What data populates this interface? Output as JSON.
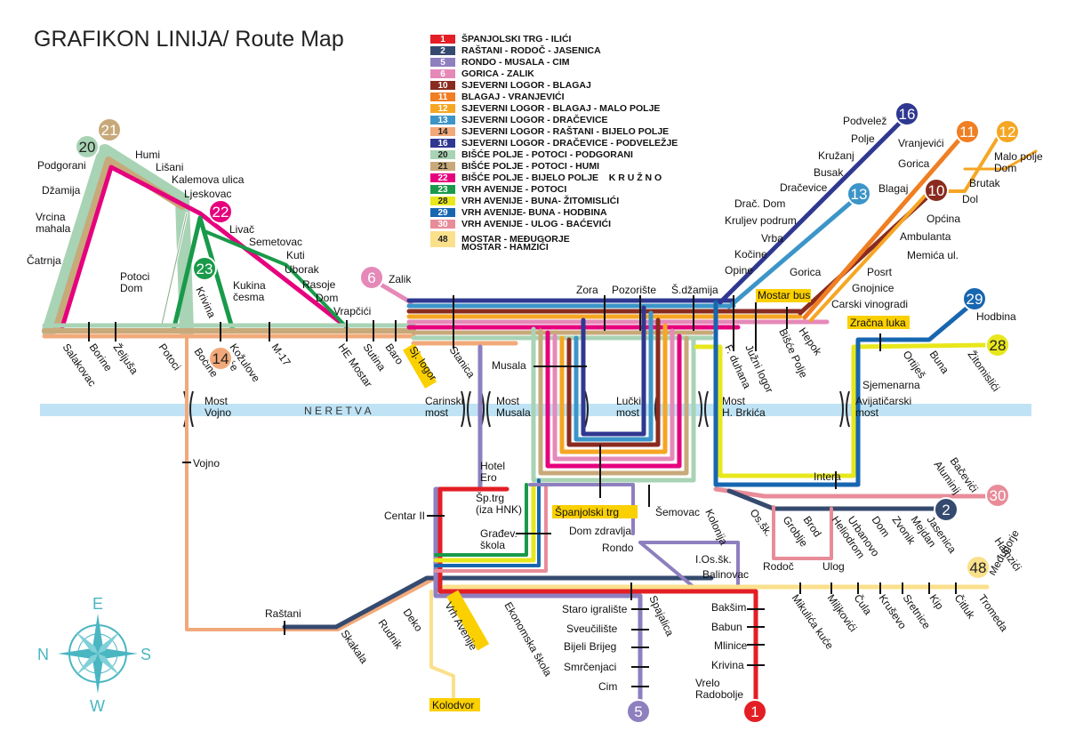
{
  "title": "GRAFIKON LINIJA/ Route Map",
  "legend": [
    {
      "num": "1",
      "name": "ŠPANJOLSKI TRG - ILIĆI",
      "color": "#e31e24"
    },
    {
      "num": "2",
      "name": "RAŠTANI - RODOČ - JASENICA",
      "color": "#354a6e"
    },
    {
      "num": "5",
      "name": "RONDO - MUSALA - CIM",
      "color": "#8e7fbf"
    },
    {
      "num": "6",
      "name": "GORICA - ZALIK",
      "color": "#e589b8"
    },
    {
      "num": "10",
      "name": "SJEVERNI LOGOR - BLAGAJ",
      "color": "#8a2b1f"
    },
    {
      "num": "11",
      "name": "BLAGAJ - VRANJEVIĆI",
      "color": "#f07e22"
    },
    {
      "num": "12",
      "name": "SJEVERNI LOGOR - BLAGAJ - MALO POLJE",
      "color": "#f6a623"
    },
    {
      "num": "13",
      "name": "SJEVERNI LOGOR - DRAČEVICE",
      "color": "#3c95c8"
    },
    {
      "num": "14",
      "name": "SJEVERNI LOGOR - RAŠTANI - BIJELO POLJE",
      "color": "#f2a97a"
    },
    {
      "num": "16",
      "name": "SJEVERNI LOGOR - DRAČEVICE - PODVELEŽJE",
      "color": "#2f3890"
    },
    {
      "num": "20",
      "name": "BIŠĆE POLJE - POTOCI - PODGORANI",
      "color": "#a8d3b4"
    },
    {
      "num": "21",
      "name": "BIŠĆE POLJE - POTOCI - HUMI",
      "color": "#c8a97a"
    },
    {
      "num": "22",
      "name": "BIŠĆE POLJE - BIJELO POLJE    K R U Ž N O",
      "color": "#e6007e"
    },
    {
      "num": "23",
      "name": "VRH AVENIJE - POTOCI",
      "color": "#199a4a"
    },
    {
      "num": "28",
      "name": "VRH AVENIJE - BUNA- ŽITOMISLIĆI",
      "color": "#e8e71c"
    },
    {
      "num": "29",
      "name": "VRH AVENIJE- BUNA - HODBINA",
      "color": "#1766b0"
    },
    {
      "num": "30",
      "name": "VRH AVENIJE - ULOG - BAĆEVIĆI",
      "color": "#e88c99"
    },
    {
      "num": "48",
      "name": "MOSTAR - MEĐUGORJE",
      "color": "#fbe08c",
      "tall": true
    },
    {
      "num": "",
      "name": "MOSTAR - HAMZIĆI",
      "color": "#fbe08c",
      "tall": false
    }
  ],
  "river": "N E R E T V A",
  "bridges": {
    "vojno": "Most\nVojno",
    "carinski": "Carinski\nmost",
    "musala": "Most\nMusala",
    "lucki": "Lučki\nmost",
    "brkica": "Most\nH. Brkića",
    "avijaticarski": "Avijatičarski\nmost"
  },
  "compass": {
    "n": "N",
    "e": "E",
    "s": "S",
    "w": "W"
  },
  "stops": {
    "podgorani": "Podgorani",
    "dzamija": "Džamija",
    "vrcina": "Vrcina\nmahala",
    "catrnja": "Čatrnja",
    "humi": "Humi",
    "lisani": "Lišani",
    "kalemova": "Kalemova ulica",
    "ljeskovac": "Ljeskovac",
    "livac": "Livač",
    "semetovac": "Semetovac",
    "kuti": "Kuti",
    "uborak": "Uborak",
    "rasoje": "Rasoje",
    "dom": "Dom",
    "vrapcici": "Vrapčići",
    "potoci_dom": "Potoci\nDom",
    "kukina": "Kukina\nčesma",
    "krivina_n": "Krivina",
    "zalik": "Zalik",
    "zora": "Zora",
    "pozoriste": "Pozorište",
    "sdzamija": "Š.džamija",
    "salakovac": "Salakovac",
    "borine": "Borine",
    "zeljusa": "Željuša",
    "potoci": "Potoci",
    "bocine": "Bočine",
    "kozulove": "Kožulove\nkuće",
    "m17": "M-17",
    "hemostar": "HE Mostar",
    "sutina": "Sutina",
    "baro": "Baro",
    "sjlogor": "Sj. logor",
    "stanica": "Stanica",
    "musala": "Musala",
    "fduhana": "F. duhana",
    "juzni": "Južni logor",
    "bisce": "Bišće Polje",
    "hepok": "Hepok",
    "opine": "Opine",
    "kocine": "Kočine",
    "vrba": "Vrba",
    "kruljev": "Kruljev podrum",
    "dracdom": "Drač. Dom",
    "dracevice": "Dračevice",
    "busak": "Busak",
    "kruzanj": "Kružanj",
    "polje": "Polje",
    "podvelez": "Podvelež",
    "gorica": "Gorica",
    "blagaj": "Blagaj",
    "vranjevici": "Vranjevići",
    "gorica2": "Gorica",
    "malopolje": "Malo polje\nDom",
    "brutak": "Brutak",
    "dol": "Dol",
    "opcina": "Općina",
    "ambulanta": "Ambulanta",
    "memica": "Memića ul.",
    "posrt": "Posrt",
    "gnojnice": "Gnojnice",
    "carski": "Carski vinogradi",
    "mostarbus": "Mostar bus",
    "zracna": "Zračna luka",
    "hodbina": "Hodbina",
    "ortijes": "Ortiješ",
    "buna": "Buna",
    "zitomislici": "Žitomislići",
    "sjemenarna": "Sjemenarna",
    "intera": "Intera",
    "bacevici": "Bačevići",
    "aluminij": "Aluminij",
    "vojno": "Vojno",
    "hotelero": "Hotel\nEro",
    "sptrg": "Šp.trg\n(iza HNK)",
    "centar2": "Centar II",
    "gradev": "Građev.\nškola",
    "spanjolski": "Španjolski trg",
    "semovac": "Šemovac",
    "domzdr": "Dom zdravlja",
    "rondo": "Rondo",
    "ioss": "I.Os.šk.",
    "balinovac": "Balinovac",
    "kolonija": "Kolonija",
    "ossk": "Os.šk.",
    "brod": "Brod",
    "groblje": "Groblje",
    "rodoc": "Rodoč",
    "ulog": "Ulog",
    "heliodrom": "Heliodrom",
    "urbanovo": "Urbanovo",
    "dom2": "Dom",
    "zvonik": "Zvonik",
    "mejdan": "Mejdan",
    "jasenica": "Jasenica",
    "medjugorje": "Međugorje",
    "hamzici": "Hamzići",
    "tromeda": "Tromeda",
    "citluk": "Čitluk",
    "kip": "Kip",
    "sretnice": "Sretnice",
    "krusevo": "Kruševo",
    "cula": "Čula",
    "miljkovici": "Miljkovići",
    "mikulica": "Mikulića kuće",
    "spajalica": "Spajalica",
    "baksim": "Bakšim",
    "babun": "Babun",
    "mlinice": "Mlinice",
    "krivina_s": "Krivina",
    "vrelo": "Vrelo\nRadobolje",
    "staro": "Staro igralište",
    "sveuciliste": "Sveučilište",
    "bijeli": "Bijeli Brijeg",
    "smrcenjaci": "Smrčenjaci",
    "cim": "Cim",
    "rastani": "Raštani",
    "skakala": "Skakala",
    "rudnik": "Rudnik",
    "deko": "Deko",
    "vrhavenije": "Vrh Avenije",
    "ekonomska": "Ekonomska škola",
    "kolodvor": "Kolodvor"
  },
  "badges": {
    "b20": "20",
    "b21": "21",
    "b22": "22",
    "b23": "23",
    "b6": "6",
    "b14": "14",
    "b16": "16",
    "b13": "13",
    "b11": "11",
    "b12": "12",
    "b10": "10",
    "b29": "29",
    "b28": "28",
    "b30": "30",
    "b2": "2",
    "b48": "48",
    "b5": "5",
    "b1": "1"
  }
}
